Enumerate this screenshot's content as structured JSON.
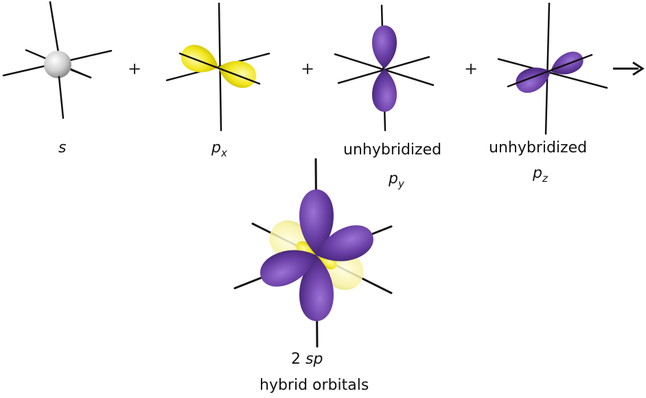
{
  "colors": {
    "s_orbital": "#d9d9d9",
    "p_x": "#f4ec1e",
    "p_unhybridized": "#6a3fa5",
    "sp_hybrid": "#f8f3a6",
    "axis": "#111111"
  },
  "operators": {
    "plus": "+",
    "arrow": "→"
  },
  "labels": {
    "s": "s",
    "px_main": "p",
    "px_sub": "x",
    "py_word": "unhybridized",
    "py_main": "p",
    "py_sub": "y",
    "pz_word": "unhybridized",
    "pz_main": "p",
    "pz_sub": "z",
    "sp_count": "2",
    "sp_name": "sp",
    "sp_desc": "hybrid orbitals"
  },
  "icons": [
    "s-orbital-icon",
    "px-orbital-icon",
    "py-orbital-icon",
    "pz-orbital-icon",
    "sp-hybrid-orbitals-icon",
    "arrow-icon"
  ]
}
